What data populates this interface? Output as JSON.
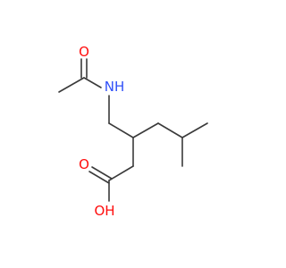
{
  "molecule": {
    "colors": {
      "bond": "#3a3a3a",
      "oxygen": "#ff0d0d",
      "nitrogen": "#3050f8"
    },
    "atoms": {
      "carbonyl_oxygen_amide": {
        "label": "O",
        "element": "O"
      },
      "amide_nitrogen": {
        "label": "NH",
        "element": "N"
      },
      "carbonyl_oxygen_acid": {
        "label": "O",
        "element": "O"
      },
      "hydroxyl_oxygen": {
        "label": "OH",
        "element": "O"
      }
    }
  }
}
